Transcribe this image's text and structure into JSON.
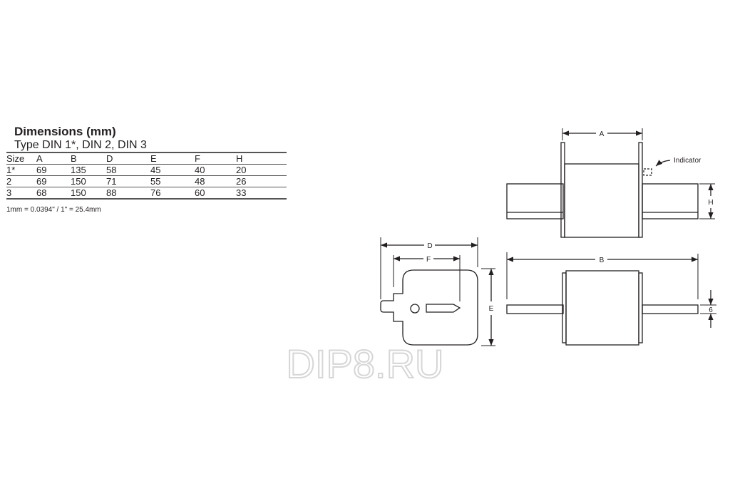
{
  "title": "Dimensions (mm)",
  "subtitle": "Type DIN 1*, DIN 2, DIN 3",
  "table": {
    "headers": [
      "Size",
      "A",
      "B",
      "D",
      "E",
      "F",
      "H"
    ],
    "rows": [
      [
        "1*",
        "69",
        "135",
        "58",
        "45",
        "40",
        "20"
      ],
      [
        "2",
        "69",
        "150",
        "71",
        "55",
        "48",
        "26"
      ],
      [
        "3",
        "68",
        "150",
        "88",
        "76",
        "60",
        "33"
      ]
    ]
  },
  "note": "1mm = 0.0394\" / 1\" = 25.4mm",
  "diagram": {
    "A": "A",
    "B": "B",
    "D": "D",
    "E": "E",
    "F": "F",
    "H": "H",
    "six": "6",
    "indicator": "Indicator"
  },
  "watermark": "DIP8.RU"
}
